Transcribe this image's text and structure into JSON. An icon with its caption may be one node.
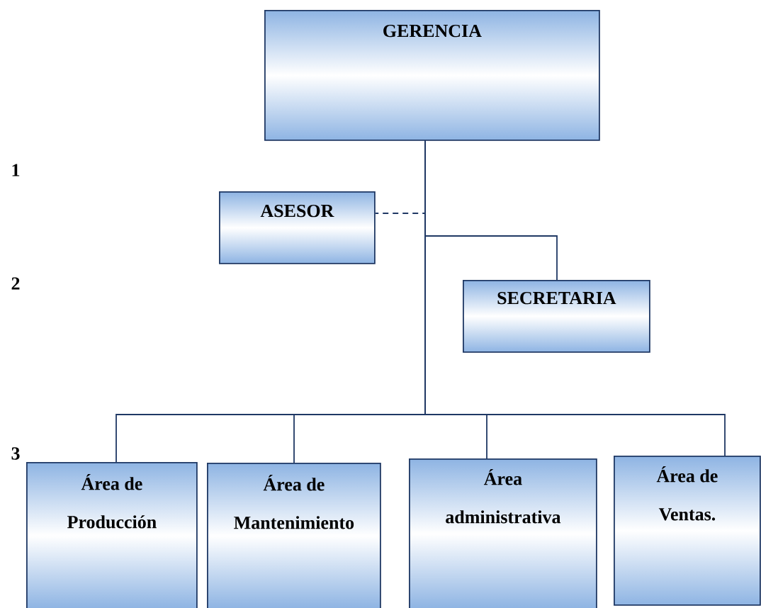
{
  "diagram": {
    "nodes": [
      {
        "text": [
          "GERENCIA"
        ]
      },
      {
        "text": [
          "ASESOR"
        ]
      },
      {
        "text": [
          "SECRETARIA"
        ]
      },
      {
        "text": [
          "Área de Producción"
        ]
      },
      {
        "text": [
          "Área de Mantenimiento"
        ]
      },
      {
        "text": [
          "Área administrativa"
        ]
      },
      {
        "text": [
          "Área de Ventas."
        ]
      }
    ],
    "edges": [
      {
        "from": 0,
        "to": 1,
        "arrow": "none",
        "style": "dashed"
      },
      {
        "from": 0,
        "to": 2,
        "arrow": "none"
      },
      {
        "from": 0,
        "to": 3,
        "arrow": "none"
      },
      {
        "from": 0,
        "to": 4,
        "arrow": "none"
      },
      {
        "from": 0,
        "to": 5,
        "arrow": "none"
      },
      {
        "from": 0,
        "to": 6,
        "arrow": "none"
      }
    ],
    "labels": [
      "1",
      "2",
      "3"
    ]
  }
}
